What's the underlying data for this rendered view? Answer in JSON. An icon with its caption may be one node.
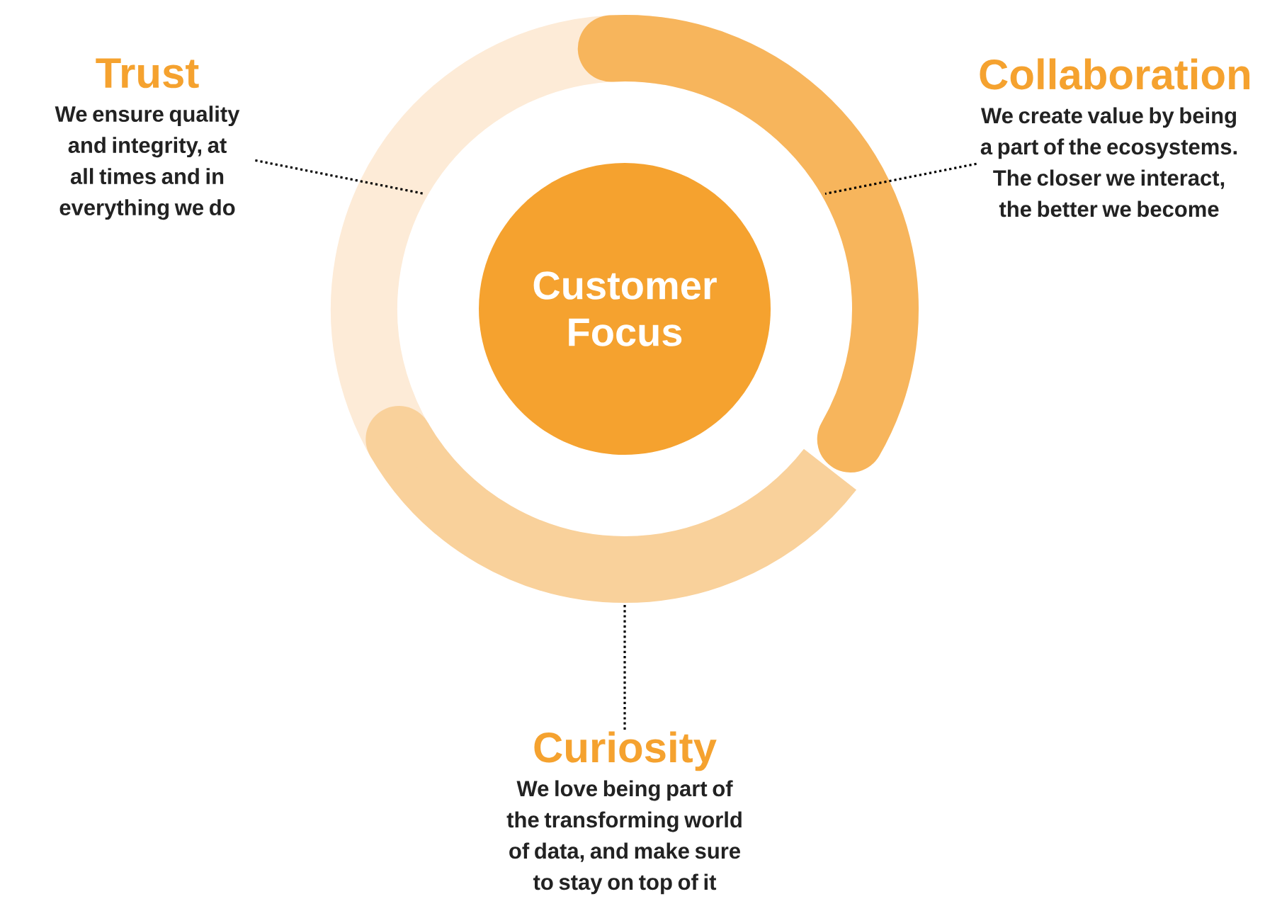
{
  "diagram": {
    "nodes": [
      {
        "text": [
          "Customer Focus"
        ]
      },
      {
        "text": [
          "Trust",
          "We ensure quality and integrity, at all times and in everything we do"
        ]
      },
      {
        "text": [
          "Collaboration",
          "We create value by being a part of the ecosystems. The closer we interact, the better we become"
        ]
      },
      {
        "text": [
          "Curiosity",
          "We love being part of the transforming world of data, and make sure to stay on top of it"
        ]
      },
      {
        "text": [],
        "shape": "arc"
      },
      {
        "text": [],
        "shape": "arc"
      },
      {
        "text": [],
        "shape": "arc"
      }
    ],
    "edges": [
      {
        "from": 1,
        "to": 4,
        "arrow": "none"
      },
      {
        "from": 2,
        "to": 5,
        "arrow": "none"
      },
      {
        "from": 3,
        "to": 6,
        "arrow": "none"
      }
    ]
  }
}
